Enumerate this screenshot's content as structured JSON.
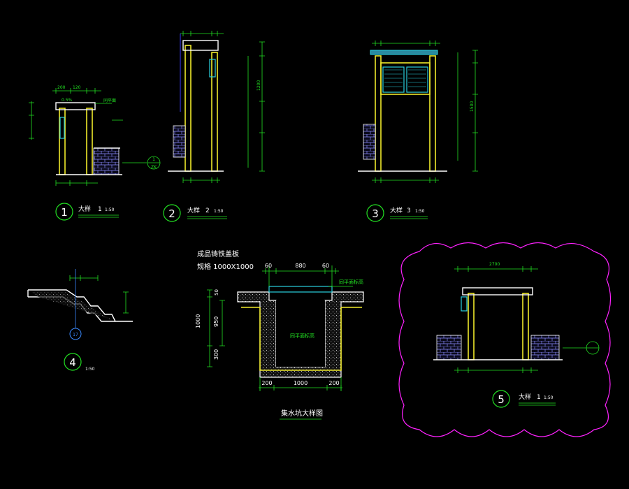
{
  "details": [
    {
      "num": "1",
      "title": "大样",
      "sub": "1",
      "scale": "1:50"
    },
    {
      "num": "2",
      "title": "大样",
      "sub": "2",
      "scale": "1:50"
    },
    {
      "num": "3",
      "title": "大样",
      "sub": "3",
      "scale": "1:50"
    },
    {
      "num": "4",
      "title": "",
      "sub": "",
      "scale": "1:50"
    },
    {
      "num": "5",
      "title": "大样",
      "sub": "1",
      "scale": "1:50"
    }
  ],
  "sump": {
    "title": "集水坑大样图",
    "cover_label": "成品铸铁盖板",
    "cover_spec": "规格 1000X1000",
    "dim_top_left": "60",
    "dim_top_mid": "880",
    "dim_top_right": "60",
    "dim_left_total": "1000",
    "dim_left_a": "50",
    "dim_left_b": "950",
    "dim_left_c": "300",
    "dim_bottom_left": "200",
    "dim_bottom_mid": "1000",
    "dim_bottom_right": "200",
    "floor_label": "同平面标高",
    "inner_label": "同平面标高"
  },
  "annotations": {
    "slope": "0.5%",
    "ground": "同平面",
    "ref_top": "1",
    "ref_bottom": "ZK",
    "axis": "17",
    "d200": "200",
    "d120": "120",
    "d1200": "1200",
    "d2700": "2700",
    "d1500": "1500"
  }
}
